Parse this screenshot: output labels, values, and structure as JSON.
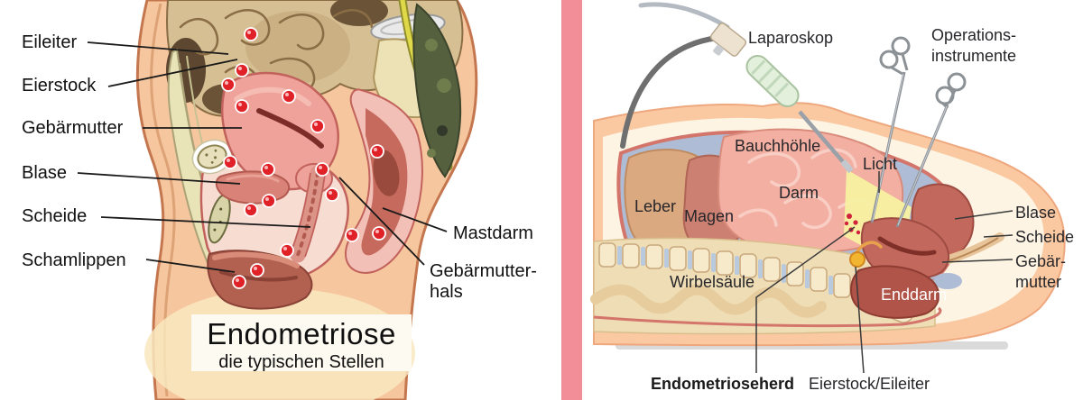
{
  "left_panel": {
    "title": "Endometriose",
    "subtitle": "die typischen Stellen",
    "labels": {
      "eileiter": "Eileiter",
      "eierstock": "Eierstock",
      "gebaermutter": "Gebärmutter",
      "blase": "Blase",
      "scheide": "Scheide",
      "schamlippen": "Schamlippen",
      "mastdarm": "Mastdarm",
      "gebaermutterhals": "Gebärmutter-\nhals"
    }
  },
  "right_panel": {
    "labels": {
      "laparoskop": "Laparoskop",
      "operationsinstrumente": "Operations-\ninstrumente",
      "bauchhoehle": "Bauchhöhle",
      "licht": "Licht",
      "darm": "Darm",
      "leber": "Leber",
      "magen": "Magen",
      "wirbelsaeule": "Wirbelsäule",
      "blase": "Blase",
      "scheide": "Scheide",
      "gebaermutter": "Gebär-\nmutter",
      "enddarm": "Enddarm",
      "endometrioseherd": "Endometrioseherd",
      "eierstock_eileiter": "Eierstock/Eileiter"
    }
  },
  "colors": {
    "divider_pink": "#F28E98",
    "endo_spot_red": "#E02228",
    "skin_peach": "#F6C69E",
    "cavity_blue": "#AEBDD5",
    "light_beam_yellow": "#F7F1A2",
    "organ_rose": "#C2685C",
    "title_box_bg": "#FCFAF1"
  }
}
